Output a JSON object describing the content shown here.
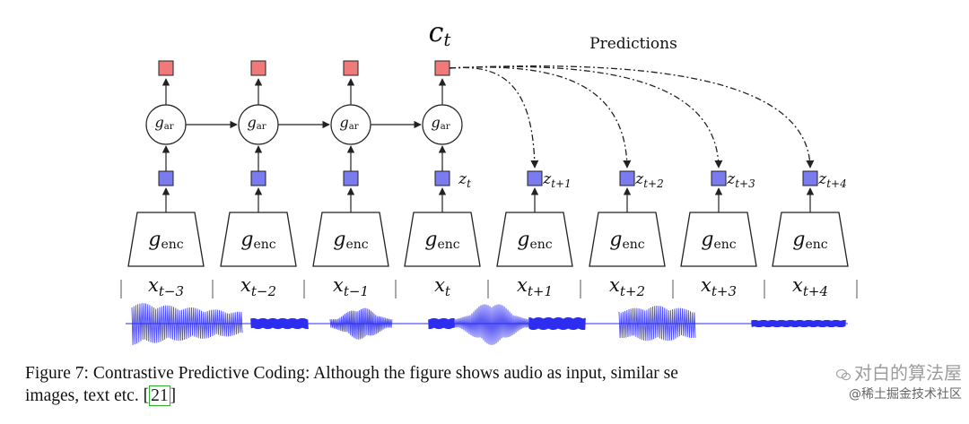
{
  "diagram": {
    "context_label": "c",
    "context_sub": "t",
    "predictions_label": "Predictions",
    "ar_label": "g",
    "ar_sub": "ar",
    "enc_label": "g",
    "enc_sub": "enc",
    "columns": [
      {
        "x_sub": "t−3",
        "z_sub": "",
        "has_ar": true
      },
      {
        "x_sub": "t−2",
        "z_sub": "",
        "has_ar": true
      },
      {
        "x_sub": "t−1",
        "z_sub": "",
        "has_ar": true
      },
      {
        "x_sub": "t",
        "z_sub": "t",
        "has_ar": true
      },
      {
        "x_sub": "t+1",
        "z_sub": "t+1",
        "has_ar": false
      },
      {
        "x_sub": "t+2",
        "z_sub": "t+2",
        "has_ar": false
      },
      {
        "x_sub": "t+3",
        "z_sub": "t+3",
        "has_ar": false
      },
      {
        "x_sub": "t+4",
        "z_sub": "t+4",
        "has_ar": false
      }
    ],
    "colors": {
      "context_fill": "#f07a7a",
      "latent_fill": "#7b7bf0",
      "waveform": "#2d2df0",
      "stroke": "#222222"
    }
  },
  "caption": {
    "line1": "Figure 7: Contrastive Predictive Coding: Although the figure shows audio as input, similar se",
    "line2_prefix": "images, text etc. [",
    "citation": "21",
    "line2_suffix": "]"
  },
  "watermark": {
    "line1": "对白的算法屋",
    "line2": "@稀土掘金技术社区"
  }
}
